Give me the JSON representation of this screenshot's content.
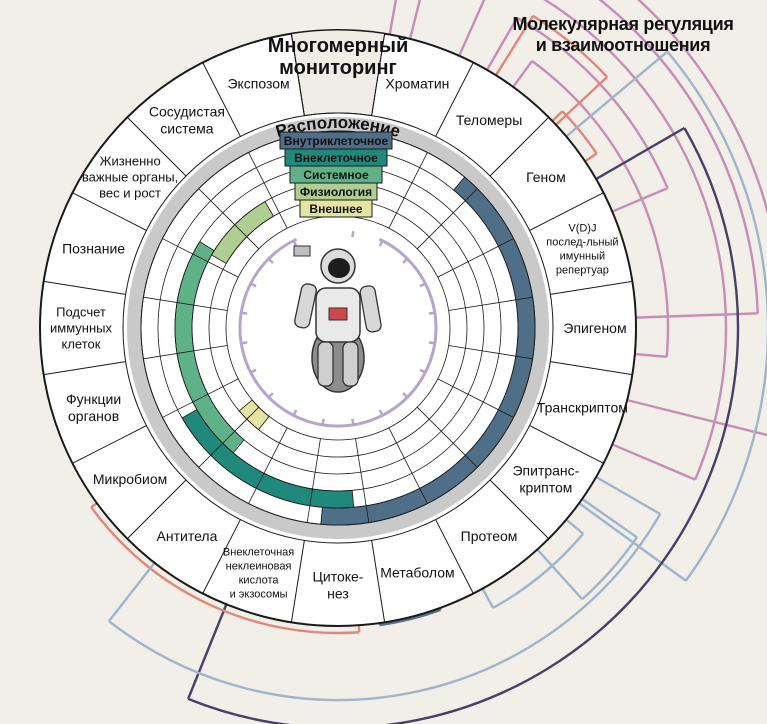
{
  "title": {
    "line1": "Молекулярная регуляция",
    "line2": "и взаимоотношения"
  },
  "center_title": [
    "Многомерный",
    "мониторинг"
  ],
  "ring_header": "Расположение",
  "location_legend": [
    {
      "label": "Внутриклеточное",
      "color": "#4f6f88",
      "text_color": "#ffffff"
    },
    {
      "label": "Внеклеточное",
      "color": "#1f8a7c",
      "text_color": "#ffffff"
    },
    {
      "label": "Системное",
      "color": "#5fb188",
      "text_color": "#111111"
    },
    {
      "label": "Физиология",
      "color": "#aecf91",
      "text_color": "#111111"
    },
    {
      "label": "Внешнее",
      "color": "#e4e5a0",
      "text_color": "#111111"
    }
  ],
  "segments": [
    {
      "lines": [
        "Хроматин"
      ]
    },
    {
      "lines": [
        "Теломеры"
      ]
    },
    {
      "lines": [
        "Геном"
      ]
    },
    {
      "lines": [
        "V(D)J",
        "послед-льный",
        "имунный",
        "репертуар"
      ]
    },
    {
      "lines": [
        "Эпигеном"
      ]
    },
    {
      "lines": [
        "Транскриптом"
      ]
    },
    {
      "lines": [
        "Эпитранс-",
        "криптом"
      ]
    },
    {
      "lines": [
        "Протеом"
      ]
    },
    {
      "lines": [
        "Метаболом"
      ]
    },
    {
      "lines": [
        "Цитоке-",
        "нез"
      ]
    },
    {
      "lines": [
        "Внеклеточная",
        "неклеиновая",
        "кислота",
        "и экзосомы"
      ]
    },
    {
      "lines": [
        "Антитела"
      ]
    },
    {
      "lines": [
        "Микробиом"
      ]
    },
    {
      "lines": [
        "Функции",
        "органов"
      ]
    },
    {
      "lines": [
        "Подсчет",
        "иммунных",
        "клеток"
      ]
    },
    {
      "lines": [
        "Познание"
      ]
    },
    {
      "lines": [
        "Жизненно",
        "важные органы,",
        "вес и рост"
      ]
    },
    {
      "lines": [
        "Сосудистая",
        "система"
      ]
    },
    {
      "lines": [
        "Экспозом"
      ]
    }
  ],
  "colors": {
    "background": "#f1efe8",
    "ring_gray": "#c9c9c9",
    "link_pink": "#c98cb6",
    "link_red": "#e2857a",
    "link_blue": "#9fb4cd",
    "link_navy": "#4a3d68",
    "link_steel": "#5d6c8c",
    "axis_lilac": "#b6a4cc"
  },
  "icons": {
    "center": "astronaut-icon"
  }
}
